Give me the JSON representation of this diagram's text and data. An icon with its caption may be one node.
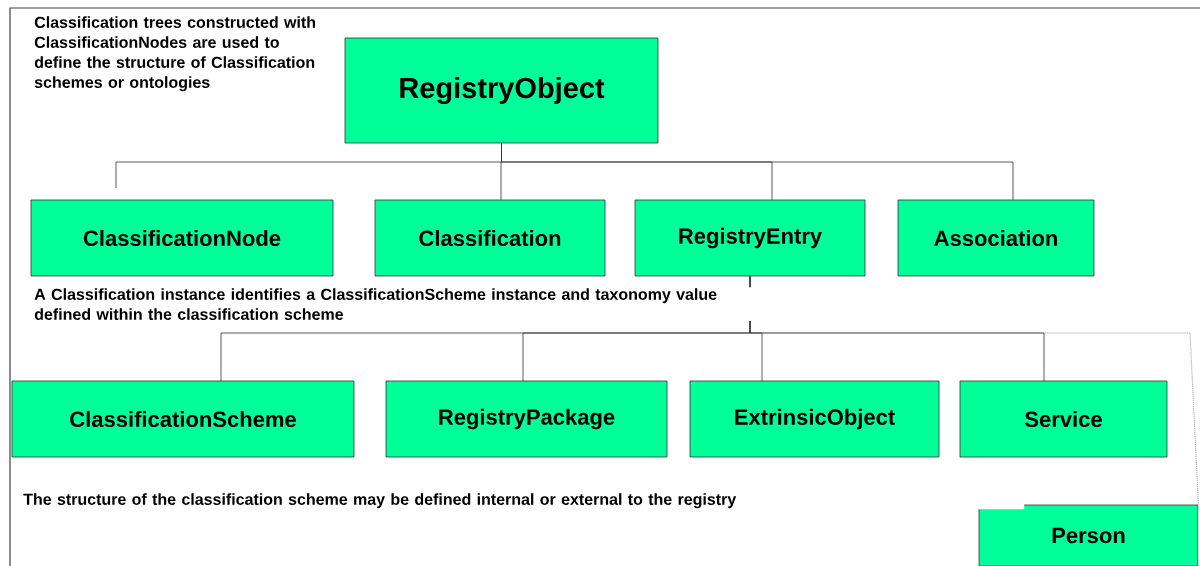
{
  "diagram": {
    "nodes": [
      {
        "text": [
          "RegistryObject"
        ]
      },
      {
        "text": [
          "ClassificationNode"
        ]
      },
      {
        "text": [
          "Classification"
        ]
      },
      {
        "text": [
          "RegistryEntry"
        ]
      },
      {
        "text": [
          "Association"
        ]
      },
      {
        "text": [
          "ClassificationScheme"
        ]
      },
      {
        "text": [
          "RegistryPackage"
        ]
      },
      {
        "text": [
          "ExtrinsicObject"
        ]
      },
      {
        "text": [
          "Service"
        ]
      },
      {
        "text": [
          "Person"
        ]
      }
    ],
    "edges": [
      {
        "from": 0,
        "to": 1,
        "arrow": "none"
      },
      {
        "from": 0,
        "to": 2,
        "arrow": "none"
      },
      {
        "from": 0,
        "to": 3,
        "arrow": "none"
      },
      {
        "from": 0,
        "to": 4,
        "arrow": "none"
      },
      {
        "from": 3,
        "to": 5,
        "arrow": "none"
      },
      {
        "from": 3,
        "to": 6,
        "arrow": "none"
      },
      {
        "from": 3,
        "to": 7,
        "arrow": "none"
      },
      {
        "from": 3,
        "to": 8,
        "arrow": "none"
      },
      {
        "from": 3,
        "to": 9,
        "arrow": "none",
        "style": "dashed"
      }
    ],
    "labels": [
      "Classification trees constructed with ClassificationNodes are used to define the structure of Classification schemes or ontologies",
      "A Classification instance identifies a ClassificationScheme instance and taxonomy value defined within the classification scheme",
      "The structure of the classification scheme may be defined internal or external to the registry"
    ]
  }
}
